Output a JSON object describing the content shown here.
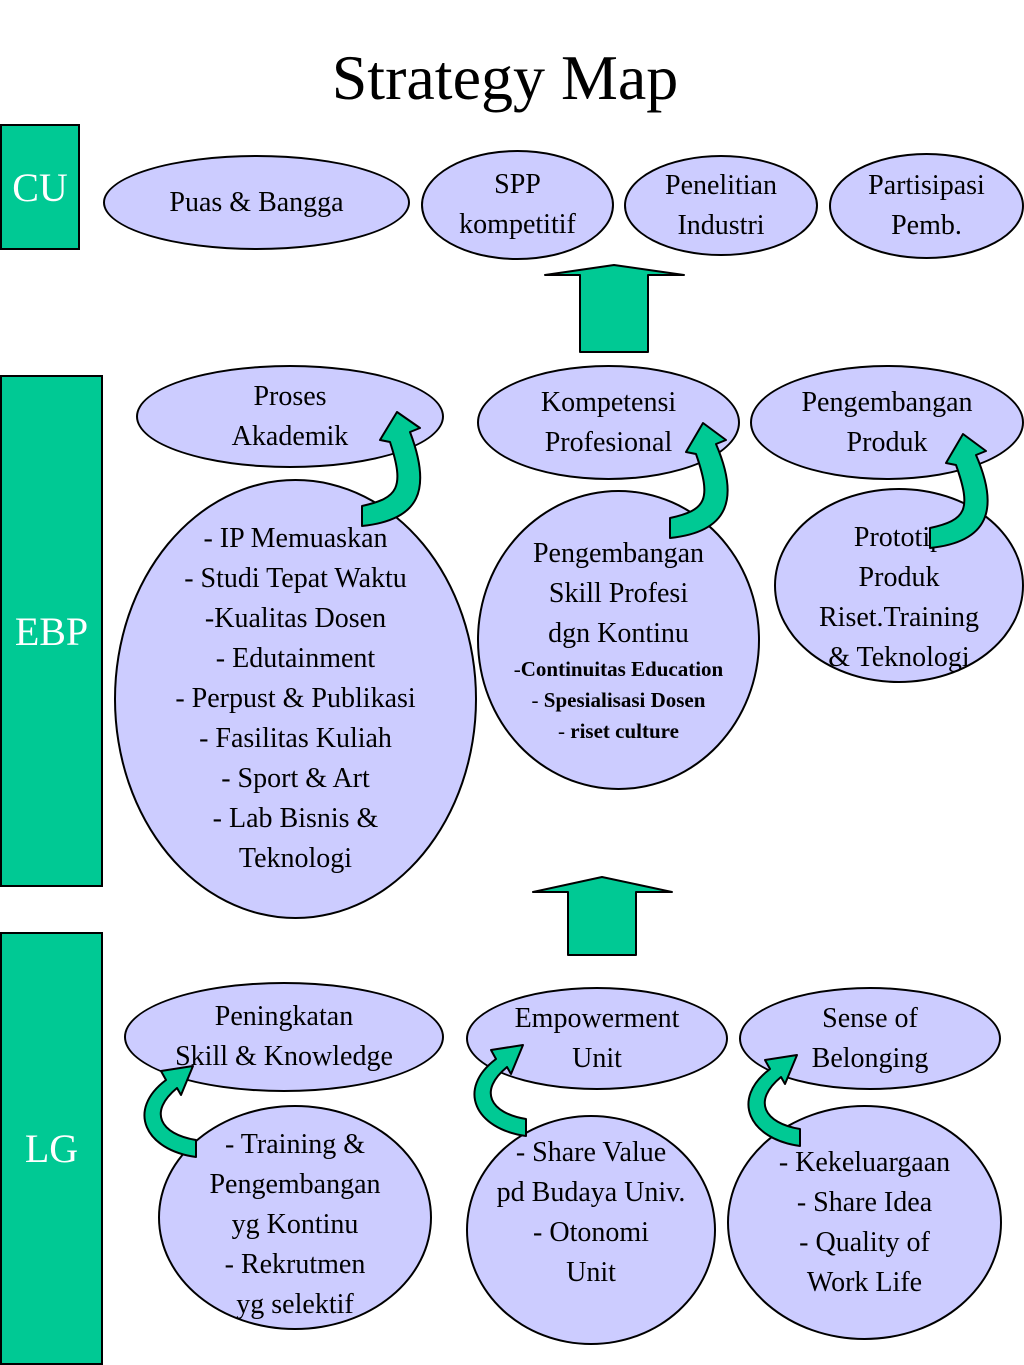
{
  "title": "Strategy Map",
  "colors": {
    "band": "#00c994",
    "ellipse": "#ccccff",
    "arrow": "#00c994",
    "outline": "#000000"
  },
  "bands": {
    "cu": "CU",
    "ebp": "EBP",
    "lg": "LG"
  },
  "cu": {
    "puas": [
      "Puas & Bangga"
    ],
    "spp": [
      "SPP",
      "kompetitif"
    ],
    "penelitian": [
      "Penelitian",
      "Industri"
    ],
    "partisipasi": [
      "Partisipasi",
      "Pemb."
    ]
  },
  "ebp": {
    "proses": [
      "Proses",
      "Akademik"
    ],
    "kompetensi": [
      "Kompetensi",
      "Profesional"
    ],
    "pengembangan_produk": [
      "Pengembangan",
      "Produk"
    ],
    "ip_list": [
      "- IP Memuaskan",
      "- Studi Tepat Waktu",
      "-Kualitas Dosen",
      "- Edutainment",
      "- Perpust & Publikasi",
      "- Fasilitas Kuliah",
      "- Sport & Art",
      "- Lab Bisnis &",
      "Teknologi"
    ],
    "skill_profesi": [
      "Pengembangan",
      "Skill Profesi",
      "dgn Kontinu"
    ],
    "skill_bold": [
      {
        "prefix": "-",
        "text": "Continuitas Education"
      },
      {
        "prefix": "- ",
        "text": "Spesialisasi Dosen"
      },
      {
        "prefix": "- ",
        "text": "riset culture"
      }
    ],
    "prototip": [
      "Prototip",
      "Produk",
      "Riset.Training",
      "& Teknologi"
    ]
  },
  "lg": {
    "peningkatan": [
      "Peningkatan",
      "Skill & Knowledge"
    ],
    "empowerment": [
      "Empowerment",
      "Unit"
    ],
    "sense": [
      "Sense of",
      "Belonging"
    ],
    "training": [
      "- Training &",
      "Pengembangan",
      "yg Kontinu",
      "- Rekrutmen",
      "yg selektif"
    ],
    "share_value": [
      "- Share Value",
      "pd Budaya Univ.",
      "- Otonomi",
      "Unit"
    ],
    "kekeluargaan": [
      "- Kekeluargaan",
      "- Share Idea",
      "- Quality of",
      "Work Life"
    ]
  }
}
